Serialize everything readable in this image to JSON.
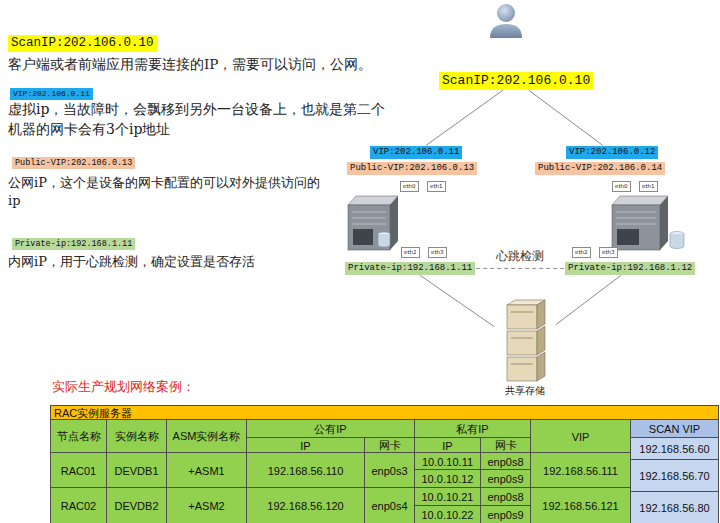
{
  "diagram": {
    "nodes": [
      {
        "text": [
          "ScanIP:202.106.0.10"
        ]
      },
      {
        "text": [
          "VIP:202.106.0.11"
        ]
      },
      {
        "text": [
          "Public-VIP:202.106.0.13"
        ]
      },
      {
        "text": [
          "Private-ip:192.168.1.11"
        ]
      },
      {
        "text": [
          "ScanIP:202.106.0.10"
        ]
      },
      {
        "text": [
          "VIP:202.106.0.11"
        ]
      },
      {
        "text": [
          "VIP:202.106.0.12"
        ]
      },
      {
        "text": [
          "Public-VIP:202.106.0.13"
        ]
      },
      {
        "text": [
          "Public-VIP:202.106.0.14"
        ]
      },
      {
        "text": [
          "eth0"
        ]
      },
      {
        "text": [
          "eth1"
        ]
      },
      {
        "text": [
          "eth0"
        ]
      },
      {
        "text": [
          "eth1"
        ]
      },
      {
        "text": [
          "eth2"
        ]
      },
      {
        "text": [
          "eth3"
        ]
      },
      {
        "text": [
          "eth2"
        ]
      },
      {
        "text": [
          "eth3"
        ]
      },
      {
        "text": [
          "Private-ip:192.168.1.11"
        ]
      },
      {
        "text": [
          "Private-ip:192.168.1.12"
        ]
      },
      {
        "text": [
          "共享存储"
        ]
      }
    ],
    "edges": [
      {
        "from": 4,
        "to": 5,
        "arrow": "none"
      },
      {
        "from": 4,
        "to": 6,
        "arrow": "none"
      },
      {
        "from": 17,
        "to": 18,
        "arrow": "none",
        "label": "心跳检测"
      },
      {
        "from": 17,
        "to": 19,
        "arrow": "none"
      },
      {
        "from": 18,
        "to": 19,
        "arrow": "none"
      }
    ],
    "labels": [
      "客户端或者前端应用需要连接的IP，需要可以访问，公网。",
      "虚拟ip，当故障时，会飘移到另外一台设备上，也就是第二个机器的网卡会有3个ip地址",
      "公网iP，这个是设备的网卡配置的可以对外提供访问的ip",
      "内网iP，用于心跳检测，确定设置是否存活",
      "实际生产规划网络案例：",
      "RAC实例服务器",
      "节点名称",
      "实例名称",
      "ASM实例名称",
      "公有IP",
      "私有IP",
      "VIP",
      "SCAN VIP",
      "IP",
      "网卡",
      "IP",
      "网卡",
      "RAC01",
      "DEVDB1",
      "+ASM1",
      "192.168.56.110",
      "enp0s3",
      "10.0.10.11",
      "10.0.10.12",
      "enp0s8",
      "enp0s9",
      "192.168.56.111",
      "RAC02",
      "DEVDB2",
      "+ASM2",
      "192.168.56.120",
      "enp0s4",
      "10.0.10.21",
      "10.0.10.22",
      "enp0s8",
      "enp0s9",
      "192.168.56.121",
      "192.168.56.60",
      "192.168.56.70",
      "192.168.56.80"
    ]
  }
}
